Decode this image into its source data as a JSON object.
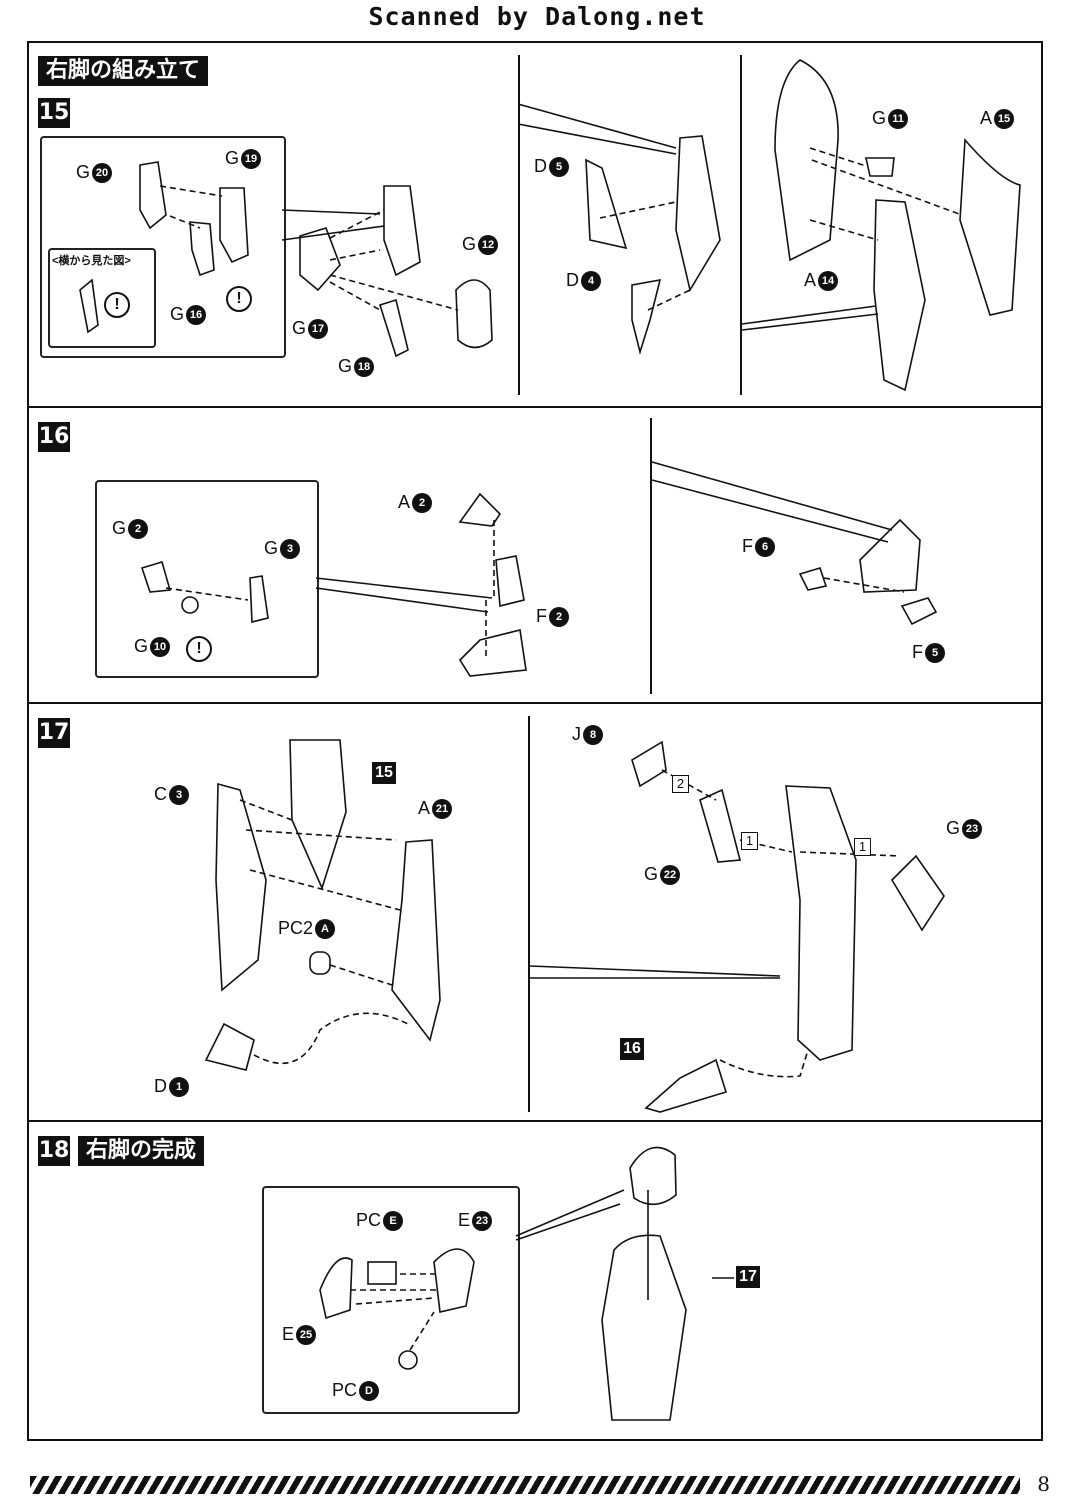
{
  "watermark": "Scanned by Dalong.net",
  "section_title": "右脚の組み立て",
  "steps": {
    "s15": "15",
    "s16": "16",
    "s17": "17",
    "s18": "18",
    "s18_title": "右脚の完成"
  },
  "side_view_note": "<横から見た図>",
  "part_refs": {
    "step15": [
      {
        "letter": "G",
        "num": "20"
      },
      {
        "letter": "G",
        "num": "19"
      },
      {
        "letter": "G",
        "num": "16"
      },
      {
        "letter": "G",
        "num": "12"
      },
      {
        "letter": "G",
        "num": "17"
      },
      {
        "letter": "G",
        "num": "18"
      },
      {
        "letter": "D",
        "num": "5"
      },
      {
        "letter": "D",
        "num": "4"
      },
      {
        "letter": "G",
        "num": "11"
      },
      {
        "letter": "A",
        "num": "15"
      },
      {
        "letter": "A",
        "num": "14"
      }
    ],
    "step16": [
      {
        "letter": "G",
        "num": "2"
      },
      {
        "letter": "G",
        "num": "3"
      },
      {
        "letter": "G",
        "num": "10"
      },
      {
        "letter": "A",
        "num": "2"
      },
      {
        "letter": "F",
        "num": "2"
      },
      {
        "letter": "F",
        "num": "6"
      },
      {
        "letter": "F",
        "num": "5"
      }
    ],
    "step17": [
      {
        "letter": "C",
        "num": "3"
      },
      {
        "letter": "A",
        "num": "21"
      },
      {
        "letter": "PC2",
        "num": "A"
      },
      {
        "letter": "D",
        "num": "1"
      },
      {
        "letter": "J",
        "num": "8"
      },
      {
        "letter": "G",
        "num": "22"
      },
      {
        "letter": "G",
        "num": "23"
      }
    ],
    "step18": [
      {
        "letter": "PC",
        "num": "E"
      },
      {
        "letter": "E",
        "num": "23"
      },
      {
        "letter": "E",
        "num": "25"
      },
      {
        "letter": "PC",
        "num": "D"
      }
    ]
  },
  "sub_refs": {
    "ref15": "15",
    "ref16": "16",
    "ref17": "17"
  },
  "order_marks": {
    "one_a": "1",
    "one_b": "1",
    "two": "2"
  },
  "warning_mark": "!",
  "page_number": "8"
}
